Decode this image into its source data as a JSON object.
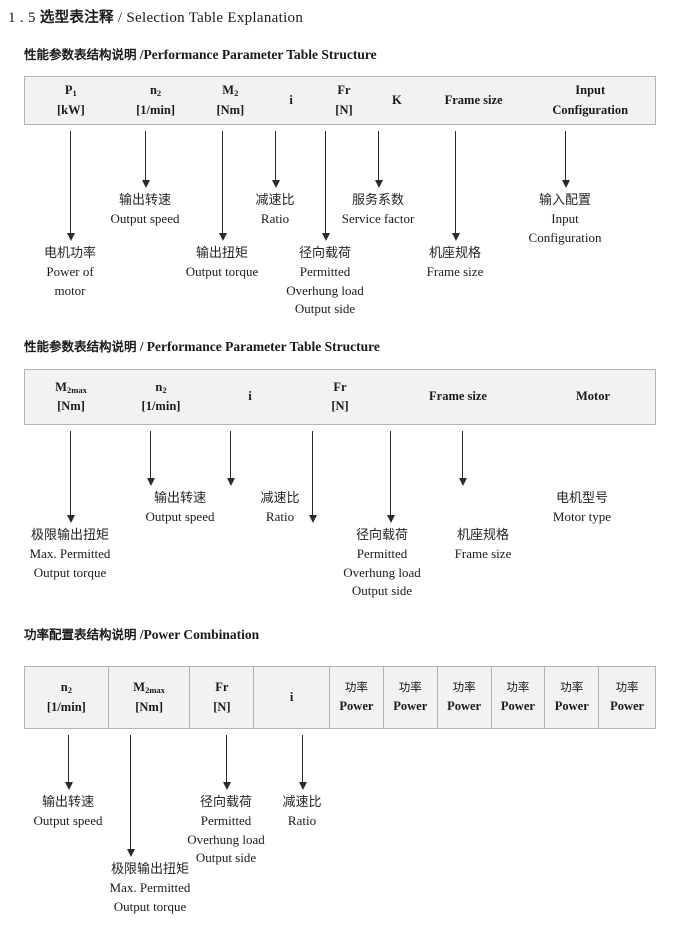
{
  "document": {
    "title_number": "1 . 5",
    "title_cn": "选型表注释",
    "title_sep": "/",
    "title_en": "Selection Table Explanation"
  },
  "sections": [
    {
      "id": "performance-parameter-1",
      "heading_cn": "性能参数表结构说明",
      "heading_sep": "/",
      "heading_en": "Performance Parameter Table Structure",
      "table": {
        "gridded": false,
        "columns": [
          {
            "symbol": "P",
            "subscript": "1",
            "unit": "[kW]"
          },
          {
            "symbol": "n",
            "subscript": "2",
            "unit": "[1/min]"
          },
          {
            "symbol": "M",
            "subscript": "2",
            "unit": "[Nm]"
          },
          {
            "symbol": "i",
            "subscript": "",
            "unit": ""
          },
          {
            "symbol": "Fr",
            "subscript": "",
            "unit": "[N]"
          },
          {
            "symbol": "K",
            "subscript": "",
            "unit": ""
          },
          {
            "symbol": "Frame size",
            "subscript": "",
            "unit": ""
          },
          {
            "symbol": "Input",
            "subscript": "",
            "unit": "Configuration"
          }
        ]
      },
      "annotations": [
        {
          "cn": "电机功率",
          "en": [
            "Power of",
            "motor"
          ]
        },
        {
          "cn": "输出转速",
          "en": [
            "Output speed"
          ]
        },
        {
          "cn": "输出扭矩",
          "en": [
            "Output torque"
          ]
        },
        {
          "cn": "减速比",
          "en": [
            "Ratio"
          ]
        },
        {
          "cn": "径向载荷",
          "en": [
            "Permitted",
            "Overhung load",
            "Output side"
          ]
        },
        {
          "cn": "服务系数",
          "en": [
            "Service factor"
          ]
        },
        {
          "cn": "机座规格",
          "en": [
            "Frame size"
          ]
        },
        {
          "cn": "输入配置",
          "en": [
            "Input",
            "Configuration"
          ]
        }
      ]
    },
    {
      "id": "performance-parameter-2",
      "heading_cn": "性能参数表结构说明",
      "heading_sep": "/",
      "heading_en": "Performance Parameter Table Structure",
      "table": {
        "gridded": false,
        "columns": [
          {
            "symbol": "M",
            "subscript": "2max",
            "unit": "[Nm]"
          },
          {
            "symbol": "n",
            "subscript": "2",
            "unit": "[1/min]"
          },
          {
            "symbol": "i",
            "subscript": "",
            "unit": ""
          },
          {
            "symbol": "Fr",
            "subscript": "",
            "unit": "[N]"
          },
          {
            "symbol": "Frame size",
            "subscript": "",
            "unit": ""
          },
          {
            "symbol": "Motor",
            "subscript": "",
            "unit": ""
          }
        ]
      },
      "annotations": [
        {
          "cn": "极限输出扭矩",
          "en": [
            "Max. Permitted",
            "Output  torque"
          ]
        },
        {
          "cn": "输出转速",
          "en": [
            "Output speed"
          ]
        },
        {
          "cn": "减速比",
          "en": [
            "Ratio"
          ]
        },
        {
          "cn": "径向载荷",
          "en": [
            "Permitted",
            "Overhung load",
            "Output side"
          ]
        },
        {
          "cn": "机座规格",
          "en": [
            "Frame size"
          ]
        },
        {
          "cn": "电机型号",
          "en": [
            "Motor type"
          ]
        }
      ]
    },
    {
      "id": "power-combination",
      "heading_cn": "功率配置表结构说明",
      "heading_sep": "/",
      "heading_en": "Power Combination",
      "table": {
        "gridded": true,
        "columns": [
          {
            "symbol": "n",
            "subscript": "2",
            "unit": "[1/min]"
          },
          {
            "symbol": "M",
            "subscript": "2max",
            "unit": "[Nm]"
          },
          {
            "symbol": "Fr",
            "subscript": "",
            "unit": "[N]"
          },
          {
            "symbol": "i",
            "subscript": "",
            "unit": ""
          },
          {
            "cn_line": "功率",
            "unit": "Power"
          },
          {
            "cn_line": "功率",
            "unit": "Power"
          },
          {
            "cn_line": "功率",
            "unit": "Power"
          },
          {
            "cn_line": "功率",
            "unit": "Power"
          },
          {
            "cn_line": "功率",
            "unit": "Power"
          },
          {
            "cn_line": "功率",
            "unit": "Power"
          }
        ]
      },
      "annotations": [
        {
          "cn": "输出转速",
          "en": [
            "Output speed"
          ]
        },
        {
          "cn": "极限输出扭矩",
          "en": [
            "Max. Permitted",
            "Output  torque"
          ]
        },
        {
          "cn": "径向载荷",
          "en": [
            "Permitted",
            "Overhung load",
            "Output side"
          ]
        },
        {
          "cn": "减速比",
          "en": [
            "Ratio"
          ]
        }
      ]
    }
  ],
  "colors": {
    "table_fill": "#f2f2f2",
    "table_border": "#b4b4b4",
    "arrow": "#2b2b2b",
    "text": "#1a1a1a"
  }
}
